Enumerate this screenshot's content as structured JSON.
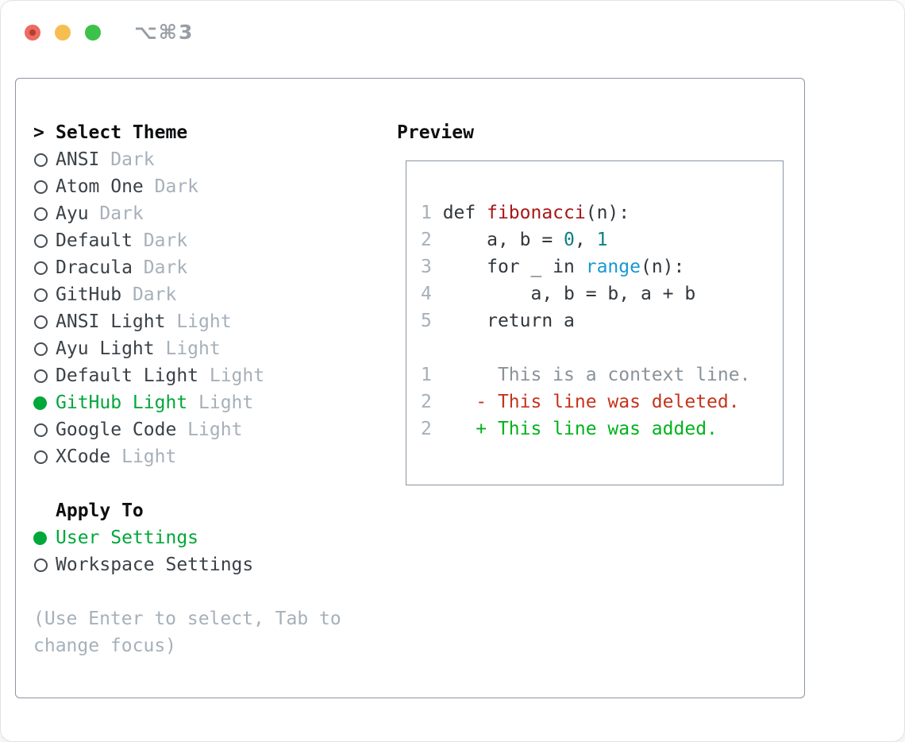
{
  "window": {
    "title": "⌥⌘3"
  },
  "colors": {
    "tl_red": "#ee6b60",
    "tl_red_dot": "#ad4038",
    "tl_yellow": "#f6be50",
    "tl_green": "#3bc24a",
    "accent_green": "#00a73a",
    "added_green": "#00b31b",
    "deleted_red": "#c5331d",
    "function_red": "#a81717",
    "number_teal": "#0e8080",
    "builtin_blue": "#1897d3",
    "context_gray": "#8a9299",
    "muted_gray": "#a6b0ba",
    "text_dark": "#3a4147",
    "code_dark": "#31373d",
    "radio_ring": "#464d53"
  },
  "theme_menu": {
    "header_marker": ">",
    "header": "Select Theme",
    "items": [
      {
        "name": "ANSI",
        "variant": "Dark",
        "selected": false
      },
      {
        "name": "Atom One",
        "variant": "Dark",
        "selected": false
      },
      {
        "name": "Ayu",
        "variant": "Dark",
        "selected": false
      },
      {
        "name": "Default",
        "variant": "Dark",
        "selected": false
      },
      {
        "name": "Dracula",
        "variant": "Dark",
        "selected": false
      },
      {
        "name": "GitHub",
        "variant": "Dark",
        "selected": false
      },
      {
        "name": "ANSI Light",
        "variant": "Light",
        "selected": false
      },
      {
        "name": "Ayu Light",
        "variant": "Light",
        "selected": false
      },
      {
        "name": "Default Light",
        "variant": "Light",
        "selected": false
      },
      {
        "name": "GitHub Light",
        "variant": "Light",
        "selected": true
      },
      {
        "name": "Google Code",
        "variant": "Light",
        "selected": false
      },
      {
        "name": "XCode",
        "variant": "Light",
        "selected": false
      }
    ]
  },
  "apply_to": {
    "header": "Apply To",
    "options": [
      {
        "label": "User Settings",
        "selected": true
      },
      {
        "label": "Workspace Settings",
        "selected": false
      }
    ]
  },
  "hint": "(Use Enter to select, Tab to change focus)",
  "preview": {
    "header": "Preview",
    "code_lines": [
      {
        "num": "1",
        "segments": [
          [
            "plain",
            "def "
          ],
          [
            "func",
            "fibonacci"
          ],
          [
            "plain",
            "(n):"
          ]
        ]
      },
      {
        "num": "2",
        "segments": [
          [
            "plain",
            "    a, b = "
          ],
          [
            "num",
            "0"
          ],
          [
            "plain",
            ", "
          ],
          [
            "num",
            "1"
          ]
        ]
      },
      {
        "num": "3",
        "segments": [
          [
            "plain",
            "    for _ in "
          ],
          [
            "builtin",
            "range"
          ],
          [
            "plain",
            "(n):"
          ]
        ]
      },
      {
        "num": "4",
        "segments": [
          [
            "plain",
            "        a, b = b, a + b"
          ]
        ]
      },
      {
        "num": "5",
        "segments": [
          [
            "plain",
            "    return a"
          ]
        ]
      }
    ],
    "diff_lines": [
      {
        "num": "1",
        "segments": [
          [
            "context",
            "     This is a context line."
          ]
        ]
      },
      {
        "num": "2",
        "segments": [
          [
            "deleted",
            "   - This line was deleted."
          ]
        ]
      },
      {
        "num": "2",
        "segments": [
          [
            "added",
            "   + This line was added."
          ]
        ]
      }
    ]
  }
}
